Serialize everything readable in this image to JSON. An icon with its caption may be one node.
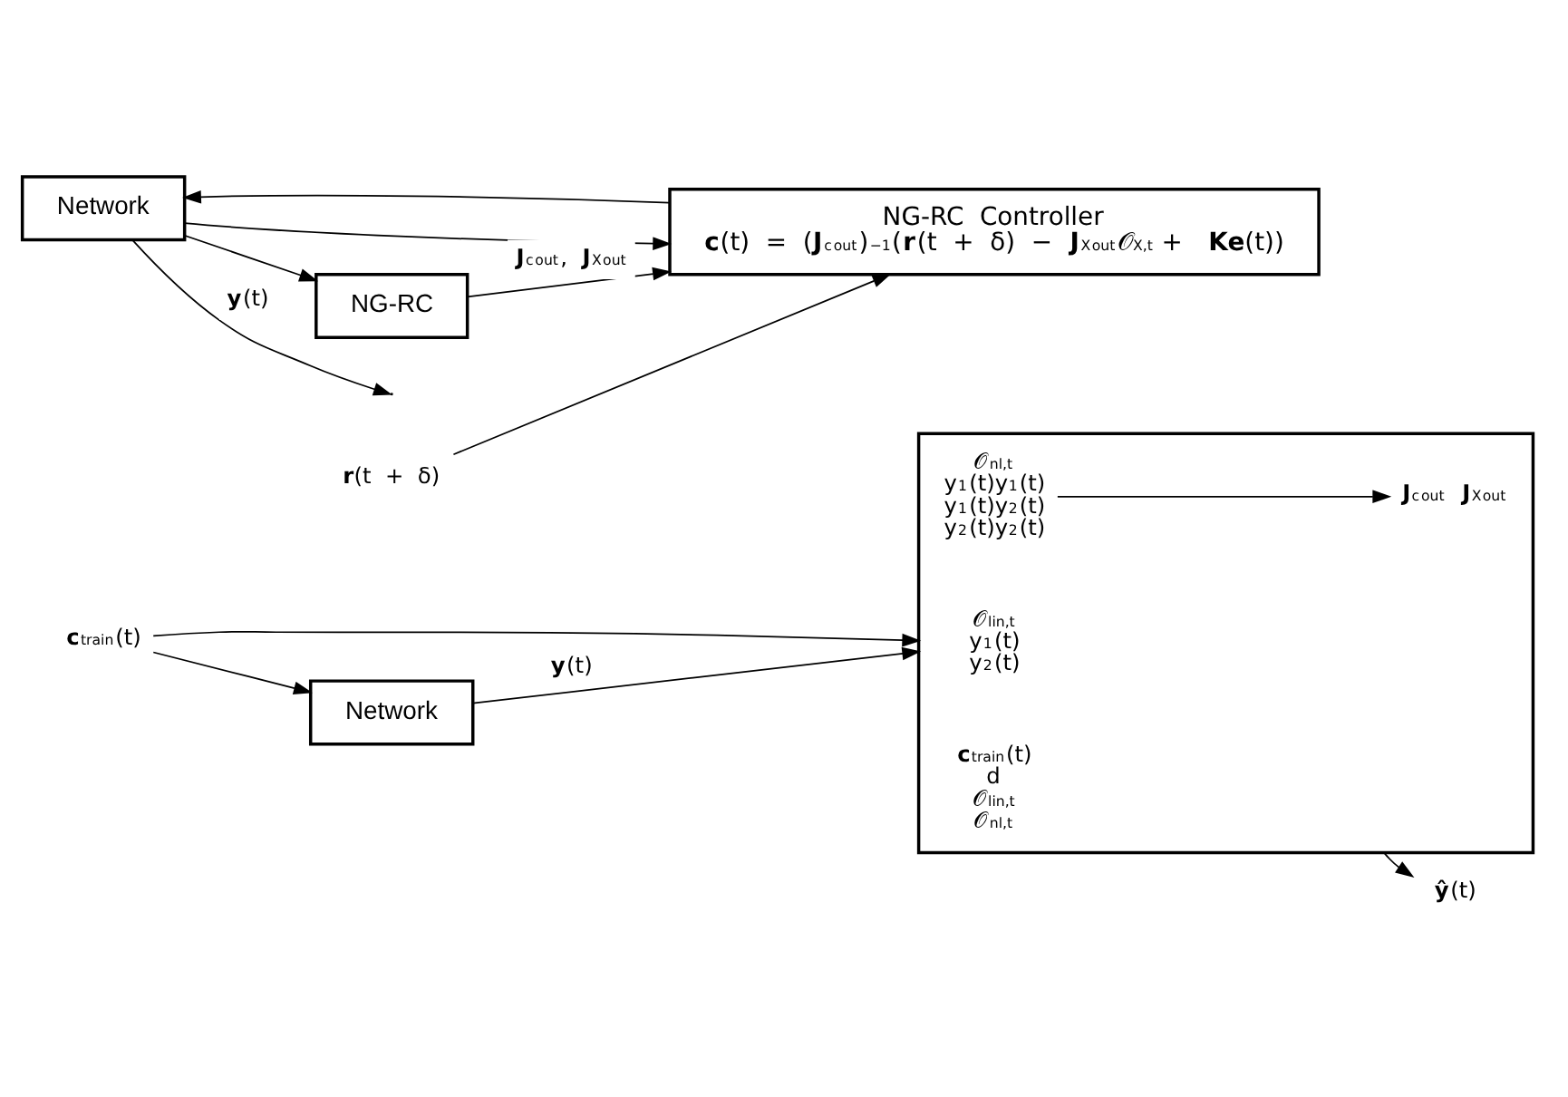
{
  "diagram": {
    "nodes": [
      {
        "text": [],
        "shape": "box"
      },
      {
        "text": [
          "𝒪$_{lin,t}$",
          "y$_{1}$(t) y$_{2}$(t)"
        ],
        "in": 0
      },
      {
        "text": [
          "𝒪$_{nl,t}$",
          "y$_{1}$(t)y$_{1}$(t) y$_{1}$(t)y$_{2}$(t) y$_{2}$(t)y$_{2}$(t)"
        ],
        "in": 0
      },
      {
        "text": [
          "**J**$^{c}$$_{out}$ **J**$^{X}$$_{out}$"
        ],
        "in": 0
      },
      {
        "text": [
          "**c**$_{train}$(t) d 𝒪$_{lin,t}$ 𝒪$_{nl,t}$"
        ],
        "in": 0
      },
      {
        "text": [
          "Network"
        ]
      },
      {
        "text": [
          "**c**$_{train}$(t)"
        ]
      },
      {
        "text": [
          "**ŷ**(t)"
        ]
      },
      {
        "text": [
          "Network"
        ]
      },
      {
        "text": [
          "NG-RC Controller",
          "**c**(t) = (**J**$^{c}$$_{out}$)$^{−1}$(**r**(t + δ) − **J**$^{X}$$_{out}$𝒪$_{X,t}$ + **Ke**(t))"
        ]
      },
      {
        "text": [
          "NG-RC"
        ]
      },
      {
        "text": [
          "**r**(t + δ)"
        ]
      }
    ],
    "edges": [
      {
        "from": 6,
        "to": 0,
        "arrow": "to"
      },
      {
        "from": 6,
        "to": 5,
        "arrow": "to"
      },
      {
        "from": 5,
        "to": 0,
        "arrow": "to",
        "label": "**y**(t)"
      },
      {
        "from": 2,
        "to": 3,
        "arrow": "to"
      },
      {
        "from": 0,
        "to": 7,
        "arrow": "to"
      },
      {
        "from": 8,
        "to": null,
        "arrow": "to",
        "label": "**y**(t)"
      },
      {
        "from": 8,
        "to": 9,
        "arrow": "to"
      },
      {
        "from": 8,
        "to": 10,
        "arrow": "to"
      },
      {
        "from": 10,
        "to": 9,
        "arrow": "to",
        "label": "**J**$^{c}$$_{out}$, **J**$^{X}$$_{out}$"
      },
      {
        "from": 11,
        "to": 9,
        "arrow": "to"
      },
      {
        "from": 9,
        "to": 8,
        "arrow": "to"
      }
    ]
  }
}
